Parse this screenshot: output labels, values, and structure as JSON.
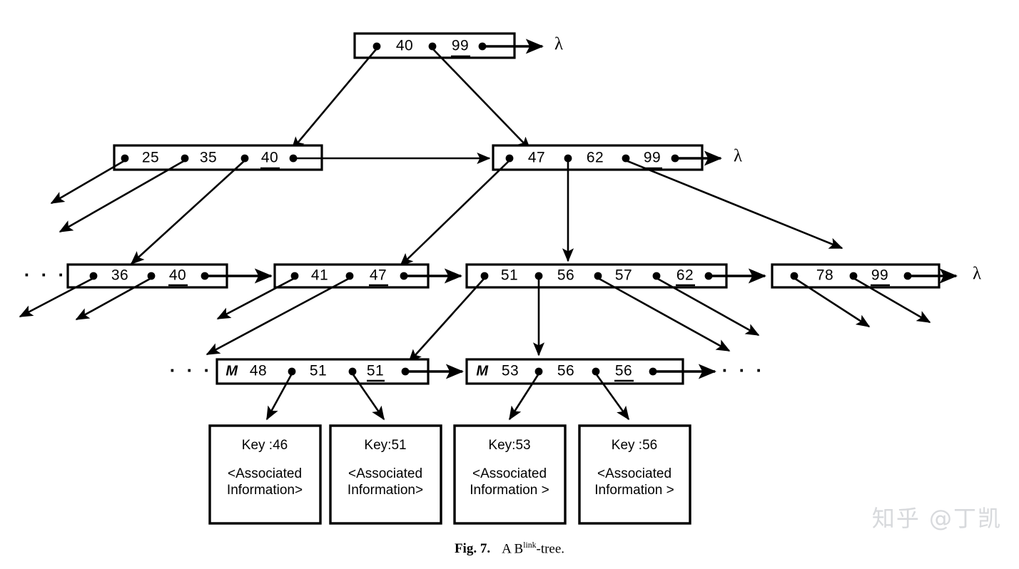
{
  "figure": {
    "caption_label": "Fig. 7.",
    "caption_text_before": "A B",
    "caption_superscript": "link",
    "caption_text_after": "-tree.",
    "watermark": "知乎 @丁凯",
    "null_symbol": "λ",
    "ellipsis": "· · ·",
    "high_key_marker": "M",
    "colors": {
      "ink": "#000000",
      "paper": "#ffffff",
      "watermark": "#d7d9dc"
    }
  },
  "levels": [
    {
      "name": "root-level",
      "nodes": [
        {
          "id": "root",
          "keys": [
            "40",
            "99"
          ],
          "underlined": [
            false,
            true
          ],
          "high_key": null,
          "link_target": "lambda"
        }
      ]
    },
    {
      "name": "internal-level-1",
      "nodes": [
        {
          "id": "internal-left",
          "keys": [
            "25",
            "35",
            "40"
          ],
          "underlined": [
            false,
            false,
            true
          ],
          "high_key": null,
          "link_target": "internal-right"
        },
        {
          "id": "internal-right",
          "keys": [
            "47",
            "62",
            "99"
          ],
          "underlined": [
            false,
            false,
            true
          ],
          "high_key": null,
          "link_target": "lambda"
        }
      ]
    },
    {
      "name": "internal-level-2",
      "nodes": [
        {
          "id": "leafparent-36-40",
          "keys": [
            "36",
            "40"
          ],
          "underlined": [
            false,
            true
          ],
          "high_key": null,
          "link_target": "leafparent-41-47",
          "leading_ellipsis": true
        },
        {
          "id": "leafparent-41-47",
          "keys": [
            "41",
            "47"
          ],
          "underlined": [
            false,
            true
          ],
          "high_key": null,
          "link_target": "leafparent-51-62"
        },
        {
          "id": "leafparent-51-62",
          "keys": [
            "51",
            "56",
            "57",
            "62"
          ],
          "underlined": [
            false,
            false,
            false,
            true
          ],
          "high_key": null,
          "link_target": "leafparent-78-99"
        },
        {
          "id": "leafparent-78-99",
          "keys": [
            "78",
            "99"
          ],
          "underlined": [
            false,
            true
          ],
          "high_key": null,
          "link_target": "lambda"
        }
      ]
    },
    {
      "name": "leaf-level",
      "nodes": [
        {
          "id": "leaf-48-51",
          "keys": [
            "48",
            "51",
            "51"
          ],
          "underlined": [
            false,
            false,
            true
          ],
          "high_key": "M",
          "link_target": "leaf-53-56",
          "leading_ellipsis": true
        },
        {
          "id": "leaf-53-56",
          "keys": [
            "53",
            "56",
            "56"
          ],
          "underlined": [
            false,
            false,
            true
          ],
          "high_key": "M",
          "link_target": "ellipsis"
        }
      ]
    }
  ],
  "data_records": [
    {
      "id": "rec-46",
      "key_label": "Key :46",
      "info_line1": "<Associated",
      "info_line2": "Information>"
    },
    {
      "id": "rec-51",
      "key_label": "Key:51",
      "info_line1": "<Associated",
      "info_line2": "Information>"
    },
    {
      "id": "rec-53",
      "key_label": "Key:53",
      "info_line1": "<Associated",
      "info_line2": "Information >"
    },
    {
      "id": "rec-56",
      "key_label": "Key :56",
      "info_line1": "<Associated",
      "info_line2": "Information >"
    }
  ]
}
